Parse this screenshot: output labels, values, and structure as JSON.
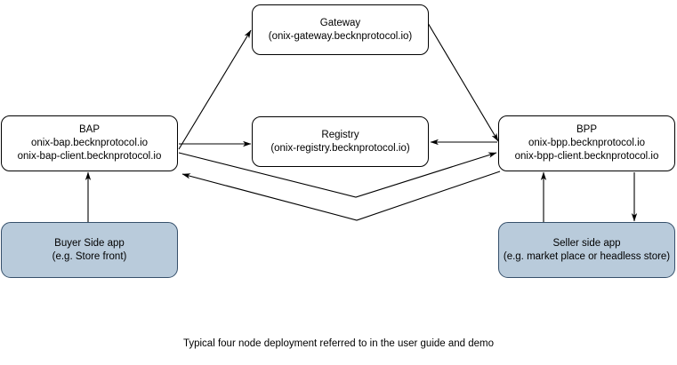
{
  "diagram": {
    "caption": "Typical four node deployment referred to in the user guide and demo",
    "colors": {
      "shaded_fill": "#b9cbdb",
      "shaded_stroke": "#36506b",
      "plain_fill": "#ffffff",
      "stroke": "#000000"
    },
    "nodes": [
      {
        "id": "gateway",
        "line1": "Gateway",
        "line2": "(onix-gateway.becknprotocol.io)",
        "line3": "",
        "style": "plain"
      },
      {
        "id": "bap",
        "line1": "BAP",
        "line2": "onix-bap.becknprotocol.io",
        "line3": "onix-bap-client.becknprotocol.io",
        "style": "plain"
      },
      {
        "id": "registry",
        "line1": "Registry",
        "line2": "(onix-registry.becknprotocol.io)",
        "line3": "",
        "style": "plain"
      },
      {
        "id": "bpp",
        "line1": "BPP",
        "line2": "onix-bpp.becknprotocol.io",
        "line3": "onix-bpp-client.becknprotocol.io",
        "style": "plain"
      },
      {
        "id": "buyer-app",
        "line1": "Buyer Side app",
        "line2": "(e.g. Store front)",
        "line3": "",
        "style": "shaded"
      },
      {
        "id": "seller-app",
        "line1": "Seller side app",
        "line2": "(e.g. market place or headless store)",
        "line3": "",
        "style": "shaded"
      }
    ],
    "edges": [
      {
        "id": "bap-to-gateway",
        "from": "bap",
        "to": "gateway",
        "label": ""
      },
      {
        "id": "gateway-to-bpp",
        "from": "gateway",
        "to": "bpp",
        "label": ""
      },
      {
        "id": "bap-to-registry",
        "from": "bap",
        "to": "registry",
        "label": ""
      },
      {
        "id": "bpp-to-registry",
        "from": "bpp",
        "to": "registry",
        "label": ""
      },
      {
        "id": "bap-to-bpp",
        "from": "bap",
        "to": "bpp",
        "label": ""
      },
      {
        "id": "bpp-to-bap",
        "from": "bpp",
        "to": "bap",
        "label": ""
      },
      {
        "id": "buyer-app-to-bap",
        "from": "buyer-app",
        "to": "bap",
        "label": ""
      },
      {
        "id": "seller-app-to-bpp",
        "from": "seller-app",
        "to": "bpp",
        "label": ""
      },
      {
        "id": "bpp-to-seller-app",
        "from": "bpp",
        "to": "seller-app",
        "label": ""
      }
    ]
  }
}
